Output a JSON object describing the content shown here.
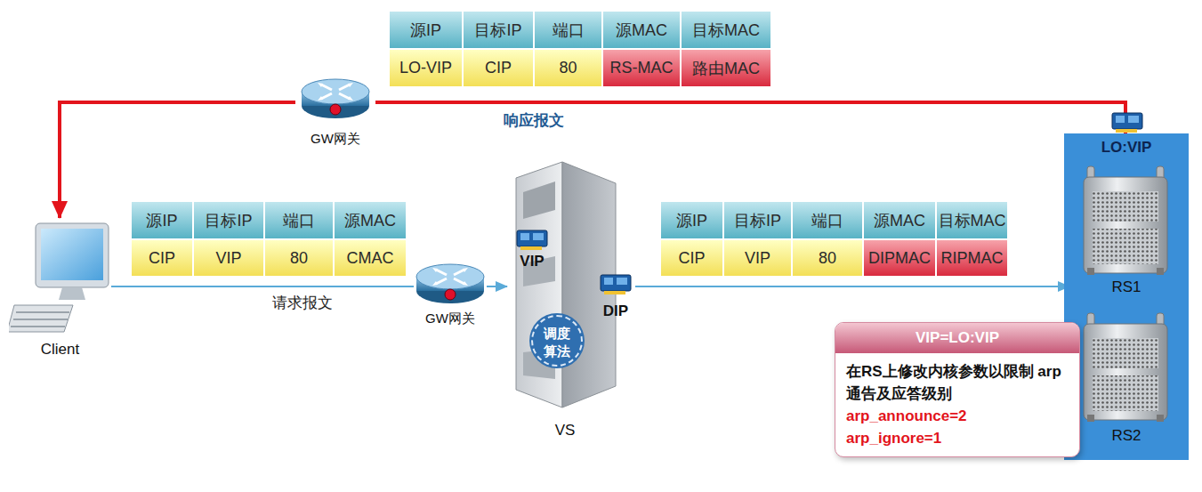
{
  "diagram": {
    "nodes": [
      {
        "text": [
          "Client"
        ]
      },
      {
        "text": [
          "GW网关"
        ]
      },
      {
        "text": [
          "VS"
        ]
      },
      {
        "text": [
          "VIP"
        ],
        "in": 2
      },
      {
        "text": [
          "DIP"
        ],
        "in": 2
      },
      {
        "text": [
          "调度 算法"
        ],
        "in": 2
      },
      {
        "text": [
          "LO:VIP"
        ]
      },
      {
        "text": [
          "RS1"
        ],
        "in": 6
      },
      {
        "text": [
          "RS2"
        ],
        "in": 6
      },
      {
        "text": [
          "VIP=LO:VIP",
          "在RS上修改内核参数以限制 arp通告及应答级别",
          "arp_announce=2",
          "arp_ignore=1"
        ]
      },
      {
        "text": [
          "GW网关"
        ]
      }
    ],
    "edges": [
      {
        "from": 0,
        "to": 1,
        "arrow": "none",
        "label": "请求报文"
      },
      {
        "from": 1,
        "to": 2,
        "arrow": "to"
      },
      {
        "from": 4,
        "to": 7,
        "arrow": "to",
        "label": "请求报文"
      },
      {
        "from": 6,
        "to": 10,
        "arrow": "none",
        "label": "响应报文"
      },
      {
        "from": 10,
        "to": 0,
        "arrow": "to"
      }
    ],
    "labels": [
      "源IP",
      "目标IP",
      "端口",
      "源MAC",
      "目标MAC",
      "LO-VIP",
      "CIP",
      "80",
      "RS-MAC",
      "路由MAC",
      "源IP",
      "目标IP",
      "端口",
      "源MAC",
      "CIP",
      "VIP",
      "80",
      "CMAC",
      "源IP",
      "目标IP",
      "端口",
      "源MAC",
      "目标MAC",
      "CIP",
      "VIP",
      "80",
      "DIPMAC",
      "RIPMAC"
    ]
  }
}
